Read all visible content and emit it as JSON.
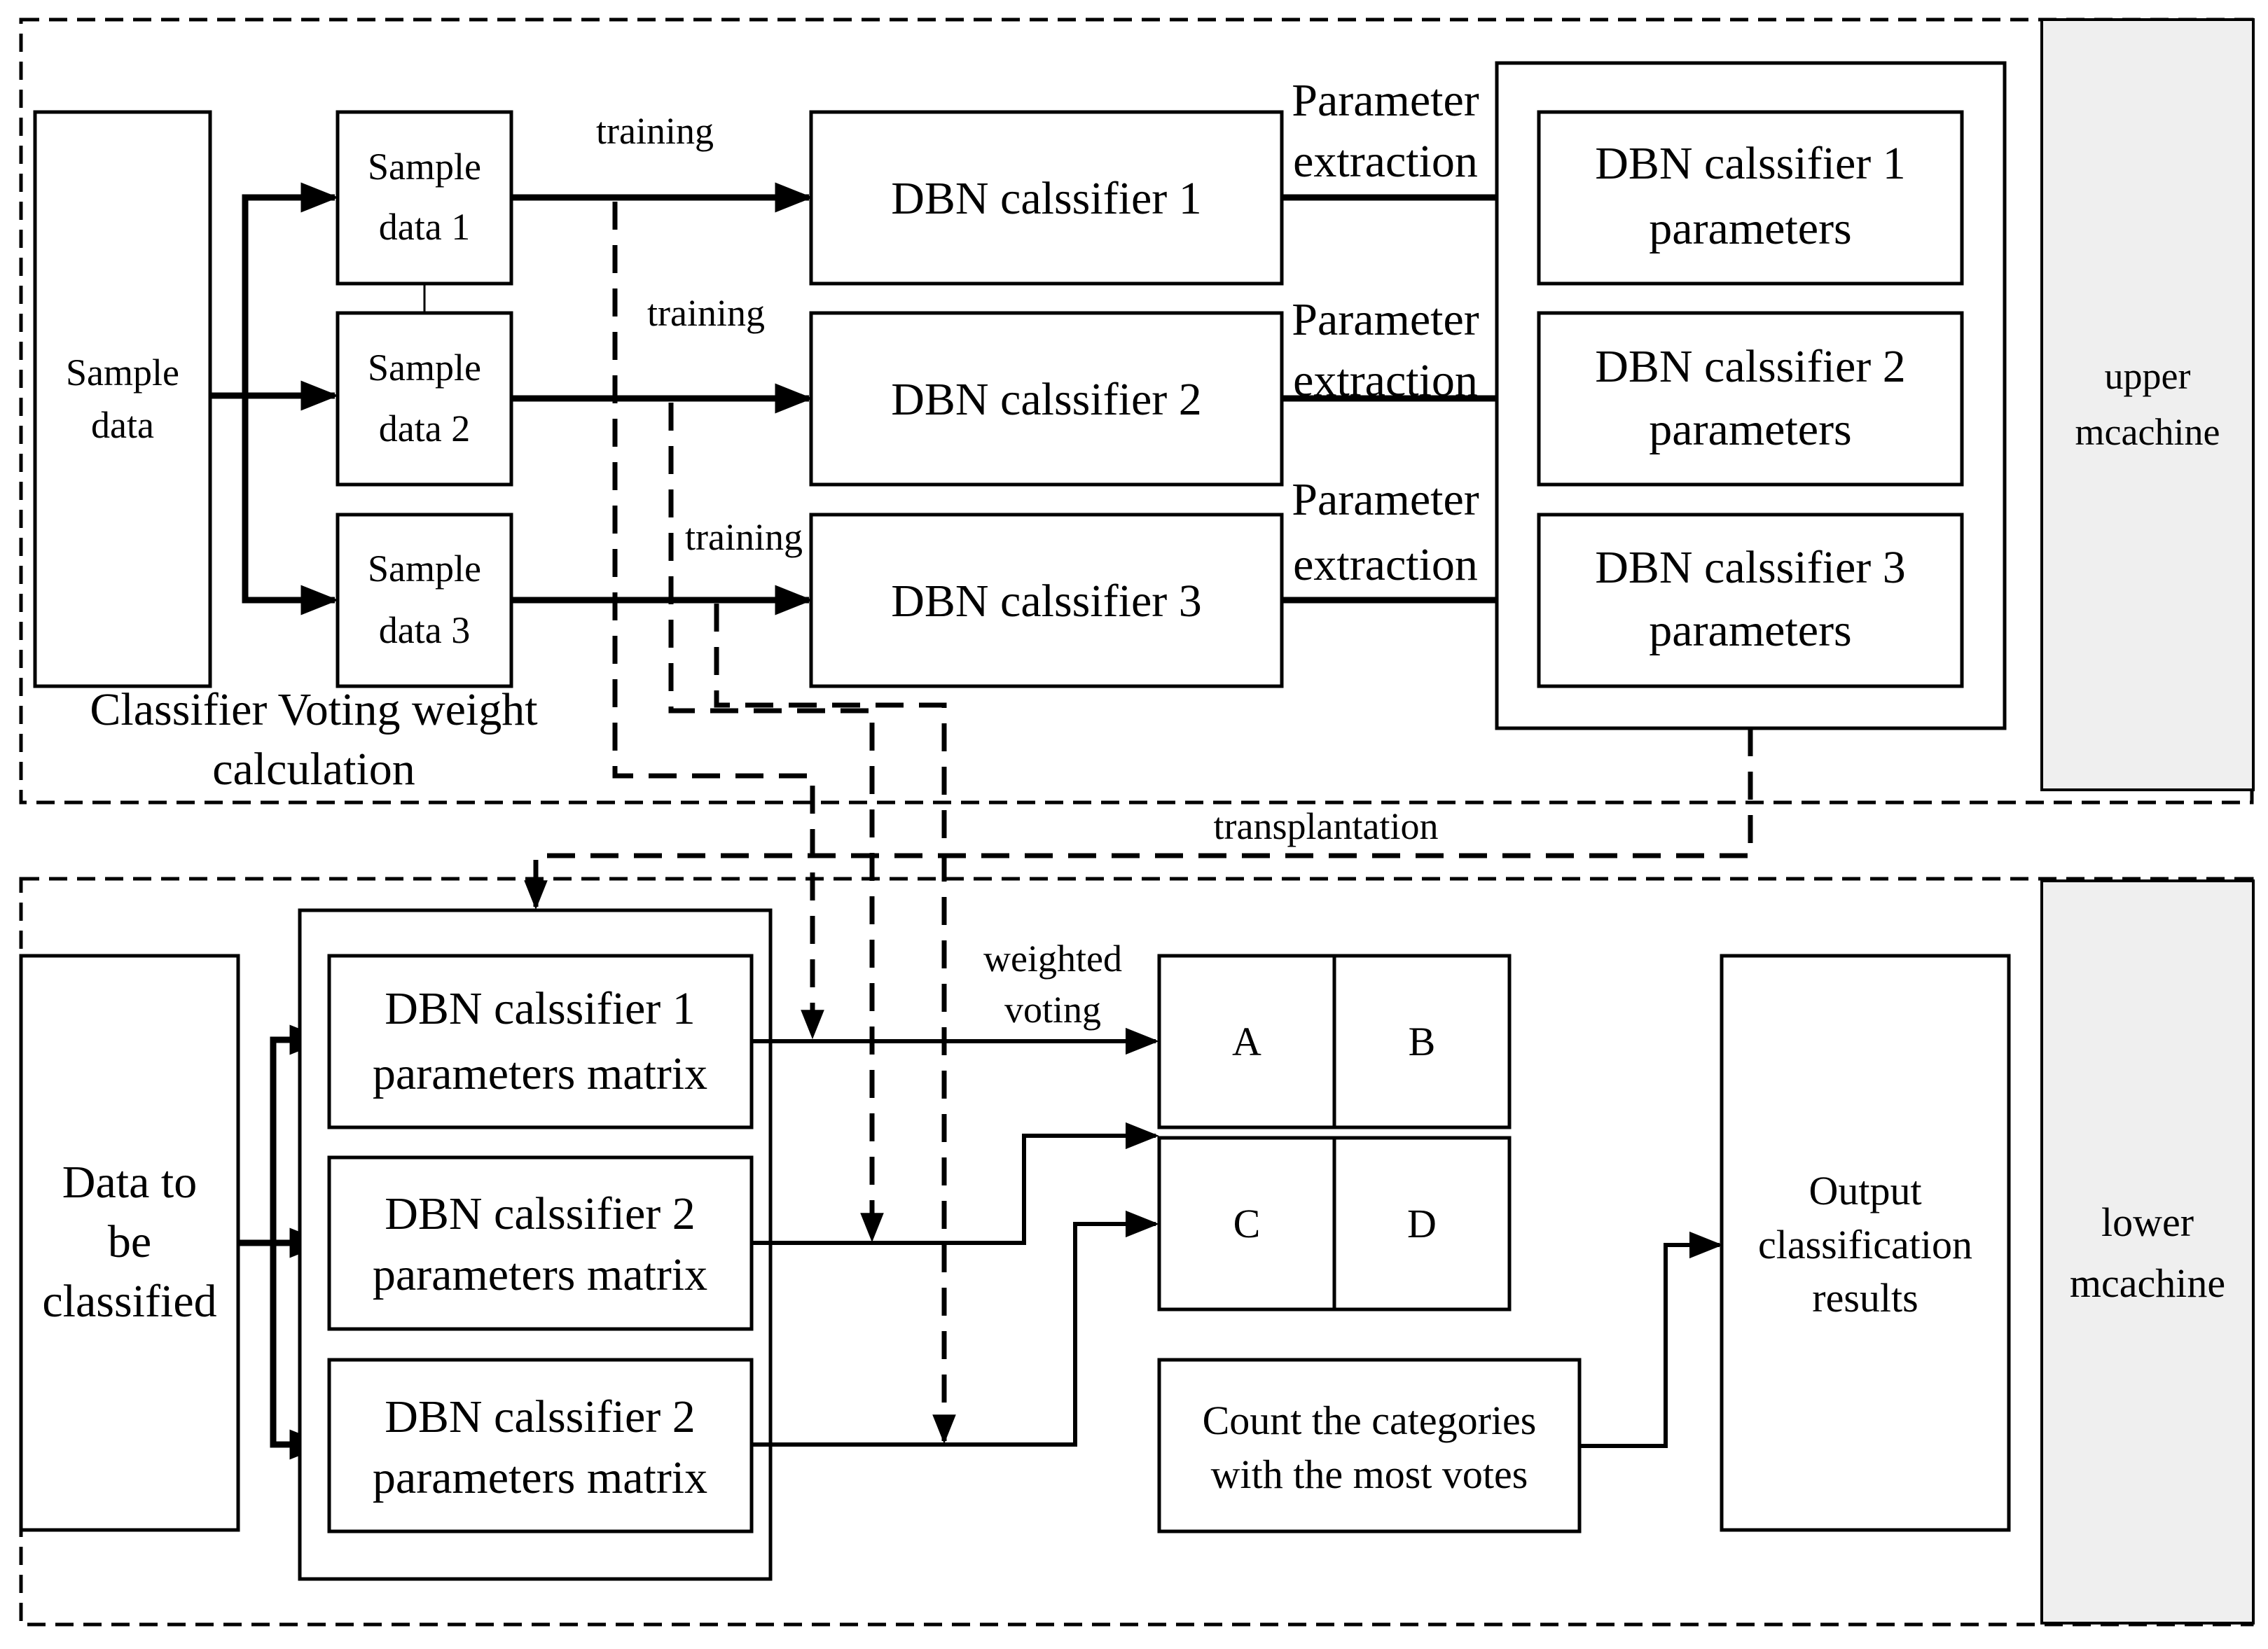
{
  "sample_data": [
    "Sample",
    "data"
  ],
  "sample_subsets": [
    [
      "Sample",
      "data 1"
    ],
    [
      "Sample",
      "data 2"
    ],
    [
      "Sample",
      "data 3"
    ]
  ],
  "training_label": "training",
  "classifiers": [
    "DBN calssifier 1",
    "DBN calssifier 2",
    "DBN calssifier 3"
  ],
  "parameter_extraction": [
    "Parameter",
    "extraction"
  ],
  "parameters": [
    [
      "DBN calssifier 1",
      "parameters"
    ],
    [
      "DBN calssifier 2",
      "parameters"
    ],
    [
      "DBN calssifier 3",
      "parameters"
    ]
  ],
  "upper_machine": [
    "upper",
    "mcachine"
  ],
  "lower_machine": [
    "lower",
    "mcachine"
  ],
  "voting_weight_calc": [
    "Classifier Voting weight",
    "calculation"
  ],
  "transplantation": "transplantation",
  "data_to_classify": [
    "Data to",
    "be",
    "classified"
  ],
  "parameter_matrices": [
    [
      "DBN calssifier 1",
      "parameters matrix"
    ],
    [
      "DBN calssifier 2",
      "parameters matrix"
    ],
    [
      "DBN calssifier 2",
      "parameters matrix"
    ]
  ],
  "weighted_voting": [
    "weighted",
    "voting"
  ],
  "categories": [
    "A",
    "B",
    "C",
    "D"
  ],
  "count_categories": [
    "Count the categories",
    "with the most votes"
  ],
  "output_results": [
    "Output",
    "classification",
    "results"
  ]
}
